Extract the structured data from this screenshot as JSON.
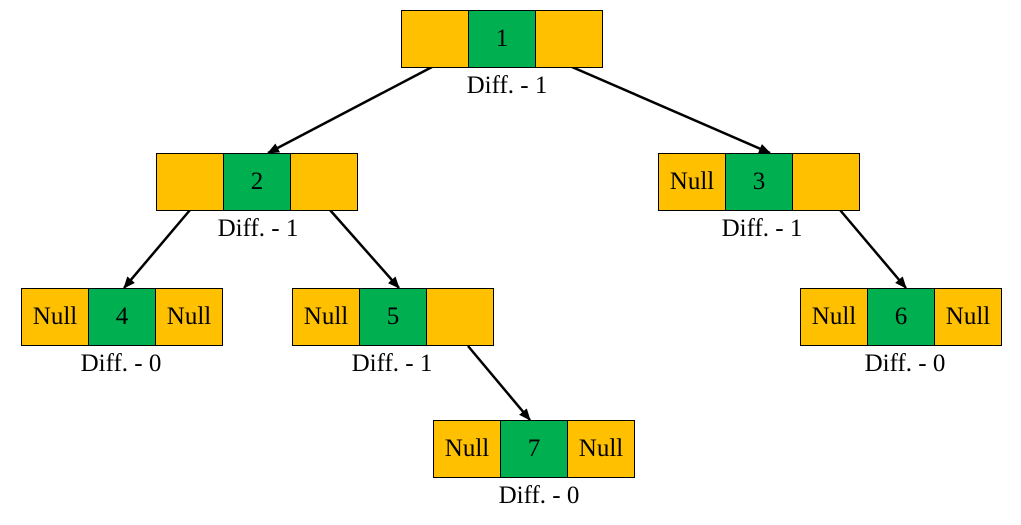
{
  "colors": {
    "pointer": "#FFC000",
    "key": "#00B050",
    "border": "#000000",
    "edge": "#000000"
  },
  "nodes": {
    "n1": {
      "key": "1",
      "left": "",
      "right": "",
      "diff": "Diff. - 1"
    },
    "n2": {
      "key": "2",
      "left": "",
      "right": "",
      "diff": "Diff. - 1"
    },
    "n3": {
      "key": "3",
      "left": "Null",
      "right": "",
      "diff": "Diff. - 1"
    },
    "n4": {
      "key": "4",
      "left": "Null",
      "right": "Null",
      "diff": "Diff. - 0"
    },
    "n5": {
      "key": "5",
      "left": "Null",
      "right": "",
      "diff": "Diff. - 1"
    },
    "n6": {
      "key": "6",
      "left": "Null",
      "right": "Null",
      "diff": "Diff. - 0"
    },
    "n7": {
      "key": "7",
      "left": "Null",
      "right": "Null",
      "diff": "Diff. - 0"
    }
  },
  "edges": [
    {
      "from": "n1",
      "to": "n2"
    },
    {
      "from": "n1",
      "to": "n3"
    },
    {
      "from": "n2",
      "to": "n4"
    },
    {
      "from": "n2",
      "to": "n5"
    },
    {
      "from": "n3",
      "to": "n6"
    },
    {
      "from": "n5",
      "to": "n7"
    }
  ]
}
